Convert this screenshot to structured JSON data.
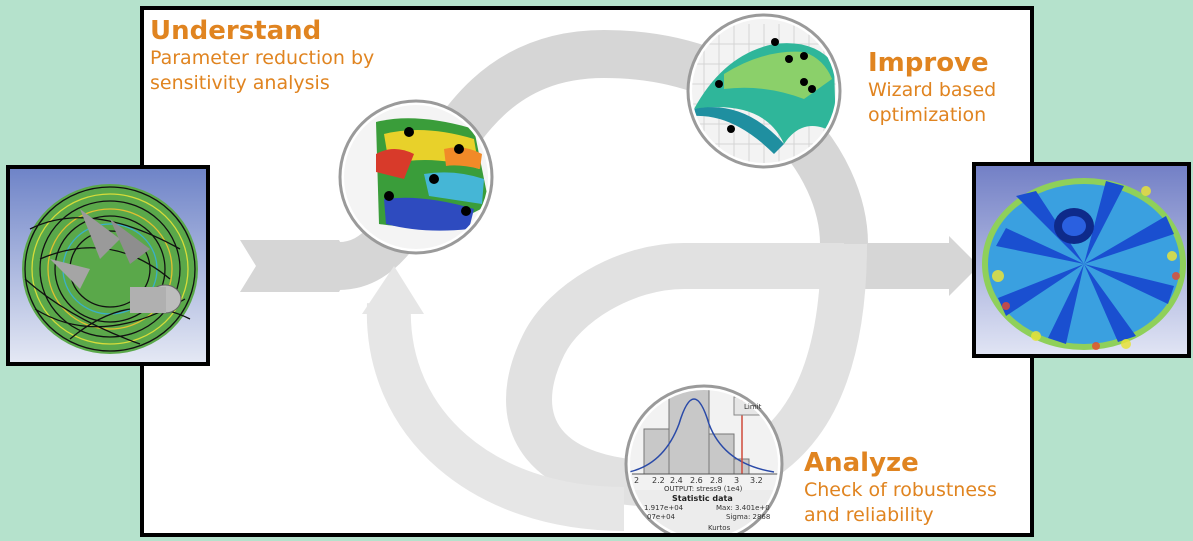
{
  "colors": {
    "background": "#b5e2cc",
    "panel": "#ffffff",
    "arrow": "#d6d6d6",
    "accent": "#e08420",
    "frame": "#000000"
  },
  "stages": {
    "understand": {
      "title": "Understand",
      "desc": "Parameter reduction by\nsensitivity analysis"
    },
    "improve": {
      "title": "Improve",
      "desc": "Wizard based\noptimization"
    },
    "analyze": {
      "title": "Analyze",
      "desc": "Check of robustness\nand reliability"
    }
  },
  "histogram": {
    "ticks": [
      "2",
      "2.2",
      "2.4",
      "2.6",
      "2.8",
      "3",
      "3.2"
    ],
    "output_label": "OUTPUT: stress9 (1e4)",
    "stats_title": "Statistic data",
    "limit_label": "Limit",
    "stats": [
      "1.917e+04",
      "Max: 3.401e+0",
      "07e+04",
      "Sigma: 2868",
      "Kurtos"
    ]
  },
  "icons": {
    "left": "turbine-flow-icon",
    "right": "impeller-stress-icon",
    "understand": "sensitivity-surface-icon",
    "improve": "optimization-surface-icon",
    "analyze": "histogram-icon"
  }
}
